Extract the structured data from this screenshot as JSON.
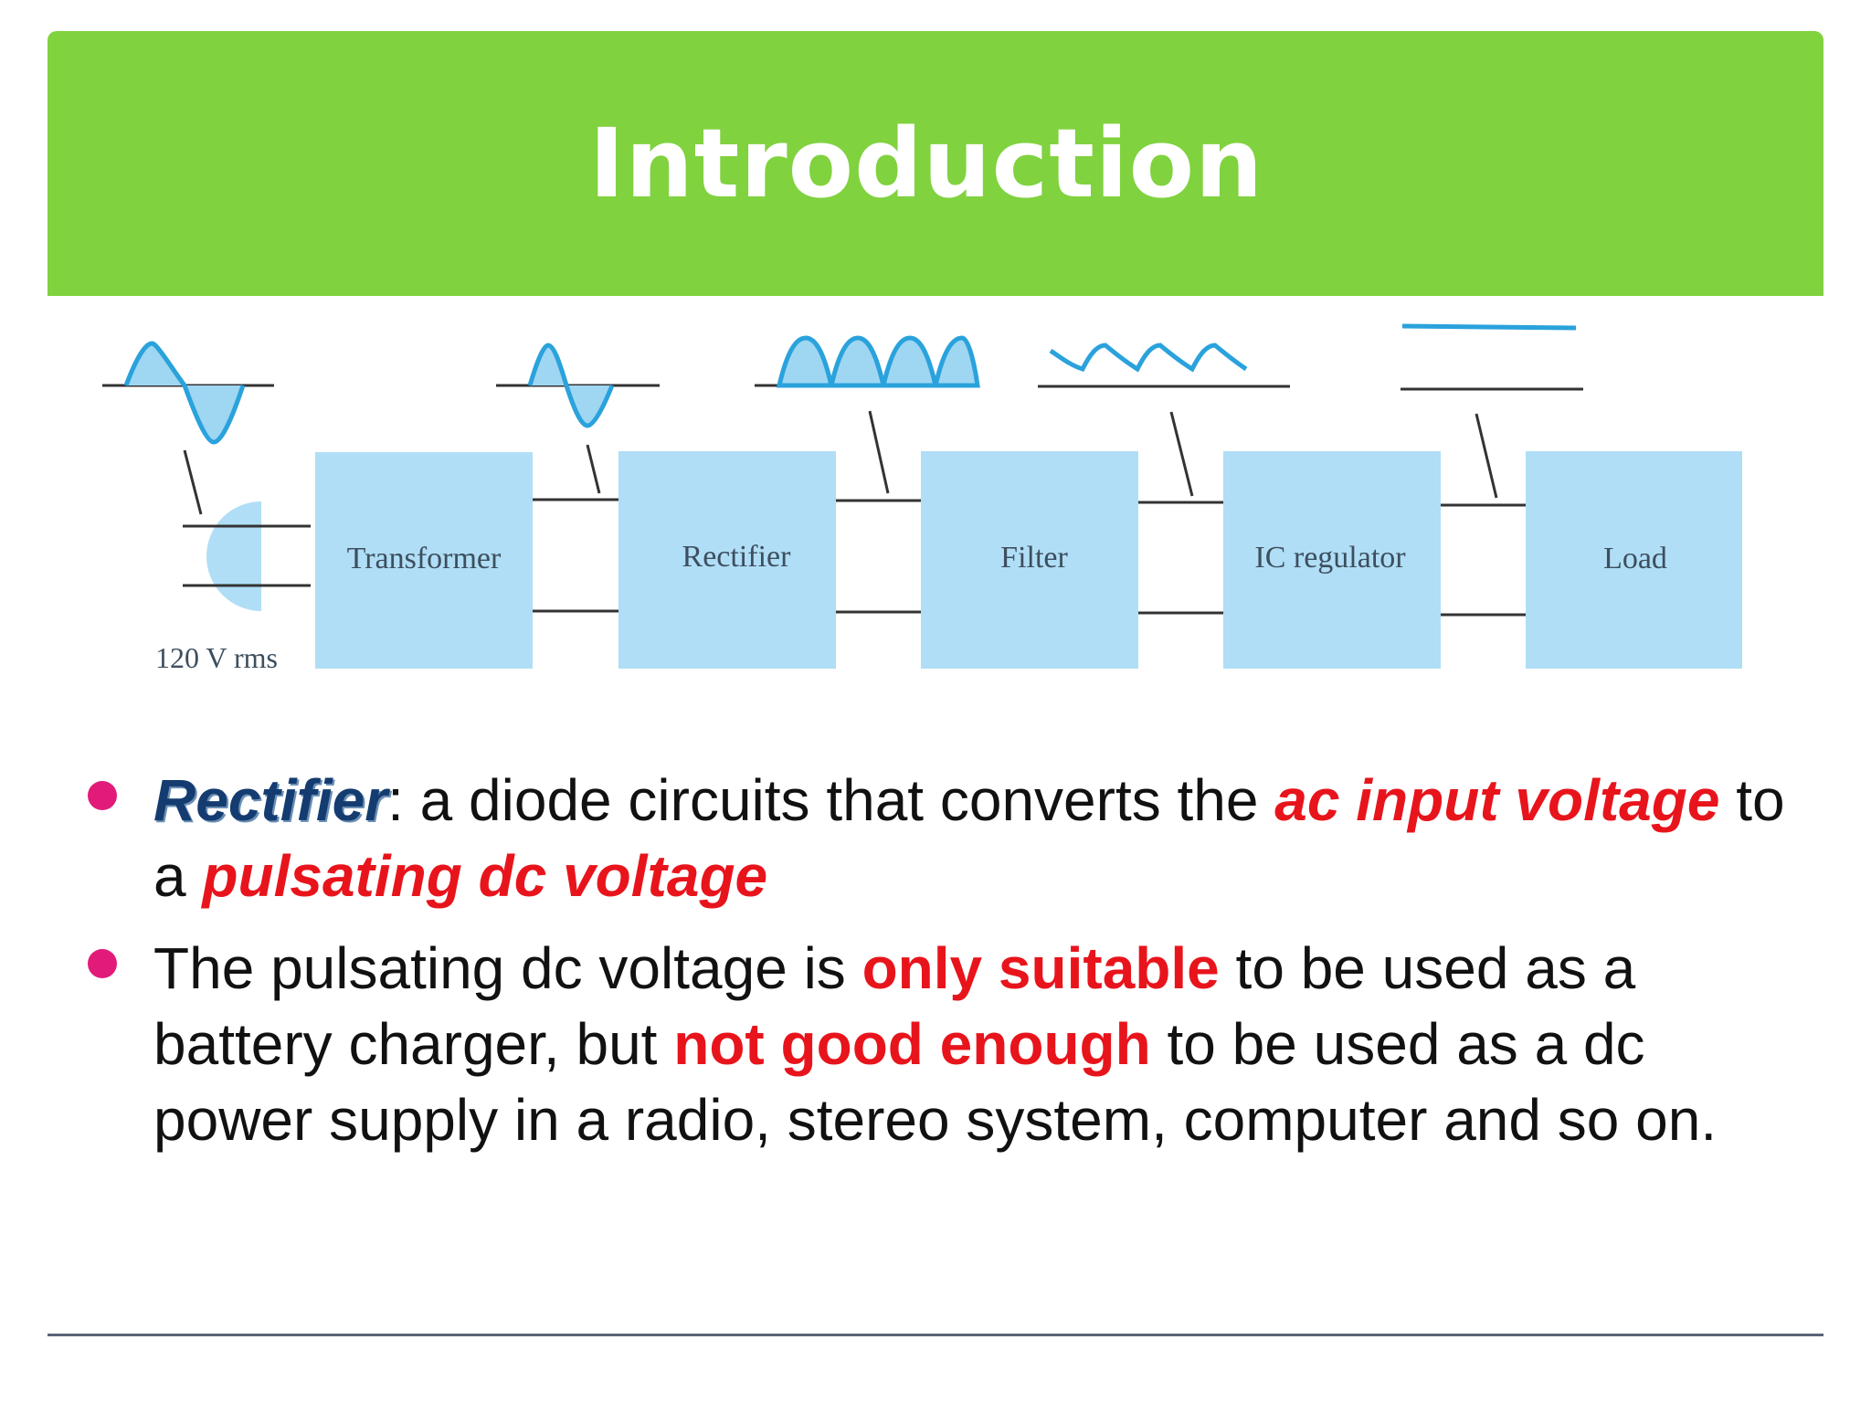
{
  "slide": {
    "title": "Introduction"
  },
  "diagram": {
    "source_label": "120 V rms",
    "blocks": [
      "Transformer",
      "Rectifier",
      "Filter",
      "IC regulator",
      "Load"
    ],
    "colors": {
      "block_fill": "#b0def6",
      "wave_fill": "#9fd6f2",
      "wave_stroke": "#2aa2dc"
    }
  },
  "bullets": [
    {
      "term": "Rectifier",
      "t1": ": a diode circuits that converts the ",
      "h1": "ac input voltage",
      "t2": " to a ",
      "h2": "pulsating dc voltage"
    },
    {
      "t1": "The pulsating dc voltage is ",
      "h1": "only suitable",
      "t2": " to be used as a battery charger, but ",
      "h2": "not good enough",
      "t3": " to be used as a dc power supply in a radio, stereo system, computer and so on."
    }
  ],
  "colors": {
    "banner": "#80d23f",
    "bullet_dot": "#e21b79",
    "highlight": "#e8141c",
    "term": "#143c70"
  }
}
